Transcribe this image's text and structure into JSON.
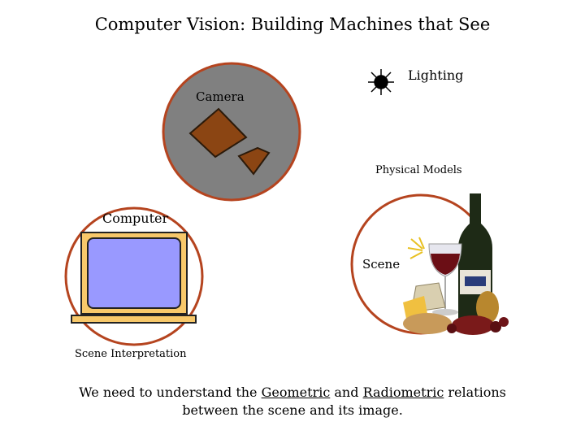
{
  "title": "Computer Vision:  Building Machines that See",
  "labels": {
    "camera": "Camera",
    "lighting": "Lighting",
    "physical_models": "Physical Models",
    "computer": "Computer",
    "scene": "Scene",
    "scene_interpretation": "Scene Interpretation"
  },
  "footer": {
    "line1_a": "We need to understand the ",
    "geometric": "Geometric",
    "line1_b": " and ",
    "radiometric": "Radiometric",
    "line1_c": " relations",
    "line2": "between the scene and its image."
  },
  "colors": {
    "circle_stroke": "#b5441f",
    "camera_fill": "#808080",
    "camera_body": "#8b4513",
    "monitor_frame": "#f7c86a",
    "monitor_screen": "#9999ff",
    "light_rays": "#e8c020"
  },
  "icons": [
    "light-bulb-icon",
    "camera-icon",
    "monitor-icon",
    "wine-still-life-image"
  ]
}
